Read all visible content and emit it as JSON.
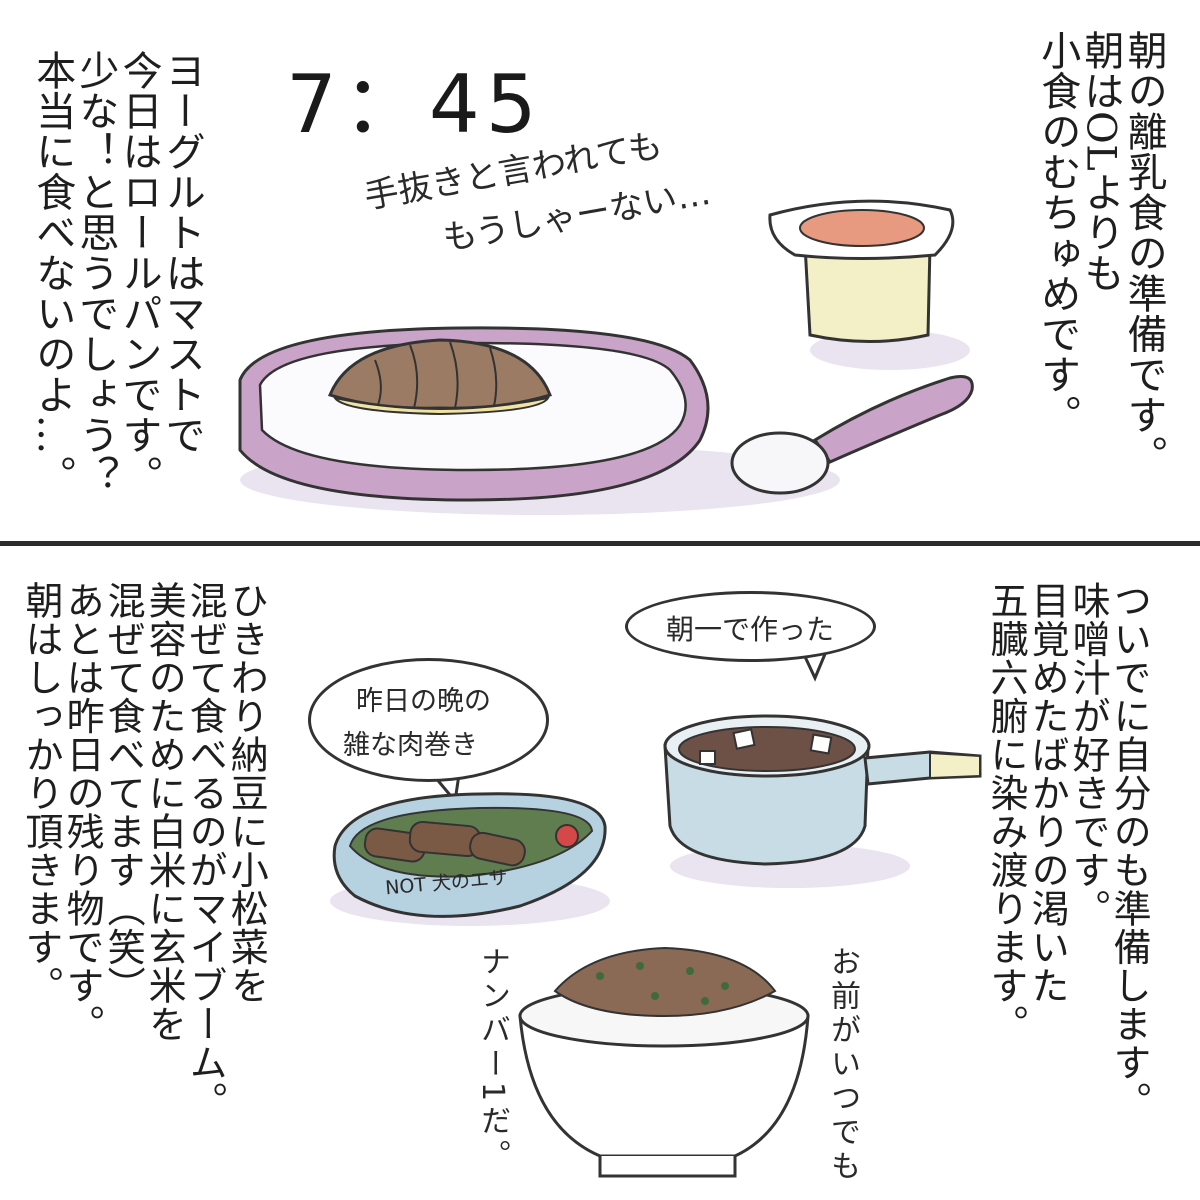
{
  "panel_top": {
    "time": "7：45",
    "left_text": [
      "ヨーグルトはマストで",
      "今日はロールパンです。",
      "少な！と思うでしょう？",
      "本当に食べないのよ…。"
    ],
    "right_text": [
      "朝の離乳食の準備です。",
      "朝はOLよりも",
      "小食のむちゅめです。"
    ],
    "handwritten": [
      "手抜きと言われても",
      "もうしゃーない…"
    ]
  },
  "panel_bottom": {
    "left_text": [
      "ひきわり納豆に小松菜を",
      "混ぜて食べるのがマイブーム。",
      "美容のために白米に玄米を",
      "混ぜて食べてます（笑）",
      "あとは昨日の残り物です。",
      "朝はしっかり頂きます。"
    ],
    "right_text": [
      "ついでに自分のも準備します。",
      "味噌汁が好きです。",
      "目覚めたばかりの渇いた",
      "五臓六腑に染み渡ります。"
    ],
    "bubble_soup": "朝一で作った",
    "bubble_leftover": [
      "昨日の晩の",
      "雑な肉巻き"
    ],
    "dish_label": "NOT 犬のエサ",
    "rice_note_1": "ナンバー1だ。",
    "rice_note_2": "お前がいつでも"
  },
  "colors": {
    "plate_rim": "#c9a4c8",
    "yogurt_cup": "#f3efc6",
    "yogurt_top": "#e79a80",
    "bread": "#9b7b63",
    "dish_blue": "#b6d1e0",
    "pot_blue": "#c7dce4",
    "soup": "#6d5146",
    "shadow": "#e3deea"
  }
}
